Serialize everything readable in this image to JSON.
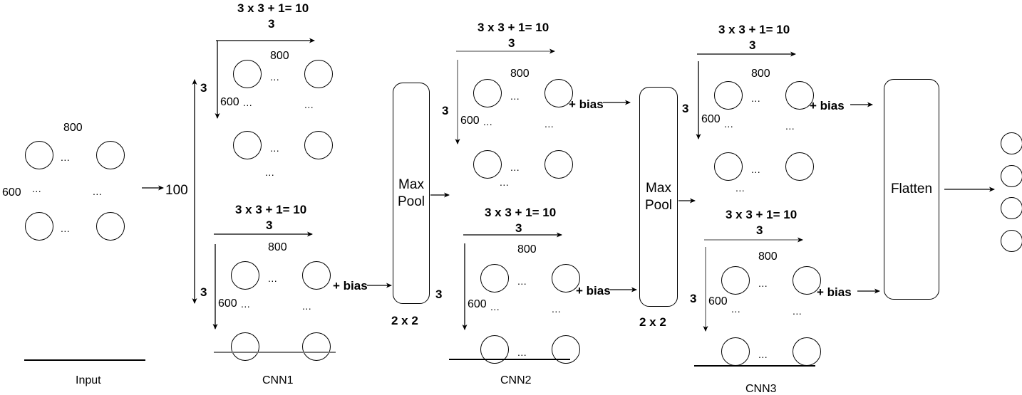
{
  "diagram": {
    "title": "CNN architecture",
    "input": {
      "width_label": "800",
      "height_label": "600",
      "ellipsis": "...",
      "caption": "Input",
      "to_next_label": "100"
    },
    "filter_label": "3 x 3 + 1= 10",
    "kernel_label": "3",
    "map_width_label": "800",
    "map_height_label": "600",
    "ellipsis": "...",
    "bias_label": "+ bias",
    "stack_size_label": "3",
    "layers": [
      {
        "caption": "CNN1"
      },
      {
        "caption": "CNN2"
      },
      {
        "caption": "CNN3"
      }
    ],
    "pools": [
      {
        "label_line1": "Max",
        "label_line2": "Pool",
        "size": "2 x 2"
      },
      {
        "label_line1": "Max",
        "label_line2": "Pool",
        "size": "2 x 2"
      }
    ],
    "flatten": {
      "label": "Flatten"
    },
    "output": {
      "node_count": 4
    }
  }
}
